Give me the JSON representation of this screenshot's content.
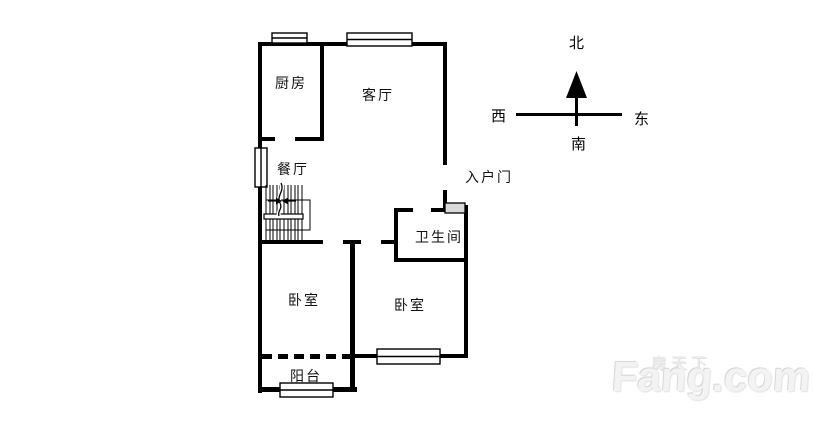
{
  "floorplan": {
    "rooms": {
      "kitchen": "厨房",
      "living_room": "客厅",
      "dining_room": "餐厅",
      "entry_door": "入户门",
      "bathroom": "卫生间",
      "bedroom_left": "卧室",
      "bedroom_right": "卧室",
      "balcony": "阳台"
    },
    "compass": {
      "north": "北",
      "south": "南",
      "west": "西",
      "east": "东"
    },
    "watermark": {
      "brand_cn": "房天下",
      "brand_en": "Fang.com"
    },
    "colors": {
      "wall": "#000000",
      "label_text": "#111111",
      "door_fill": "#d8d8d8",
      "watermark_text": "#f3f3f3"
    }
  }
}
